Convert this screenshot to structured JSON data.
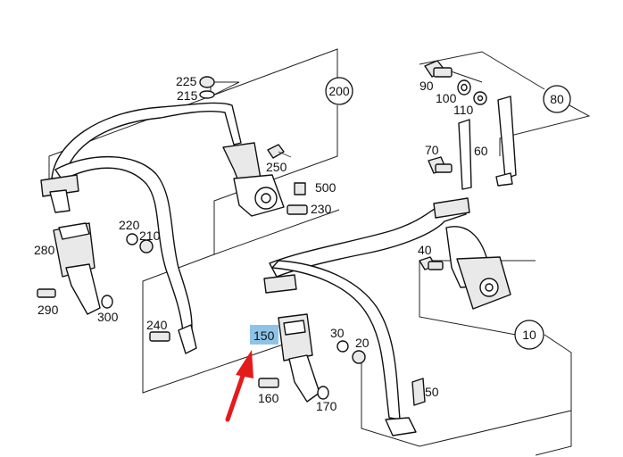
{
  "callouts": {
    "p225": "225",
    "p215": "215",
    "p250": "250",
    "p500": "500",
    "p230": "230",
    "p90": "90",
    "p100": "100",
    "p110": "110",
    "p70": "70",
    "p60": "60",
    "p220": "220",
    "p210": "210",
    "p280": "280",
    "p290": "290",
    "p300": "300",
    "p240": "240",
    "p40": "40",
    "p150": "150",
    "p30": "30",
    "p20": "20",
    "p160": "160",
    "p170": "170",
    "p50": "50"
  },
  "groups": {
    "g200": "200",
    "g80": "80",
    "g10": "10"
  },
  "highlight": {
    "part": "150",
    "color": "#8ec3e8",
    "arrow_color": "#e31b1b"
  }
}
